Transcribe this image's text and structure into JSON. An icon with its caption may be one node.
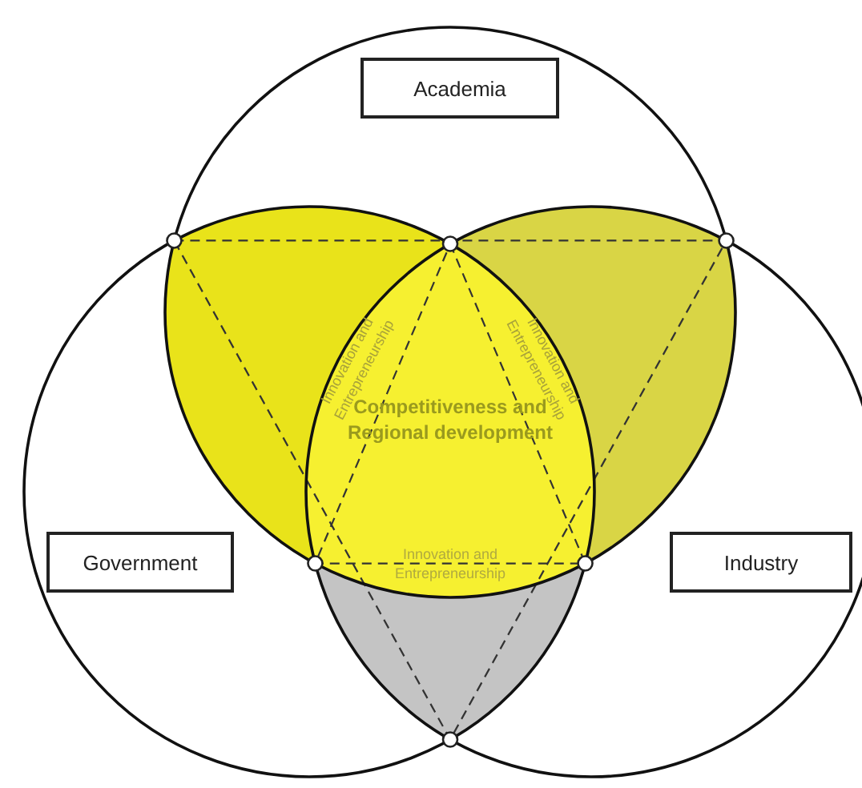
{
  "diagram": {
    "nodes": [
      {
        "text": [
          "Academia"
        ]
      },
      {
        "text": [
          "Government"
        ]
      },
      {
        "text": [
          "Industry"
        ]
      }
    ],
    "labels": [
      "Competitiveness and Regional development",
      "Innovation and Entrepreneurship",
      "Innovation and Entrepreneurship",
      "Innovation and Entrepreneurship"
    ]
  }
}
